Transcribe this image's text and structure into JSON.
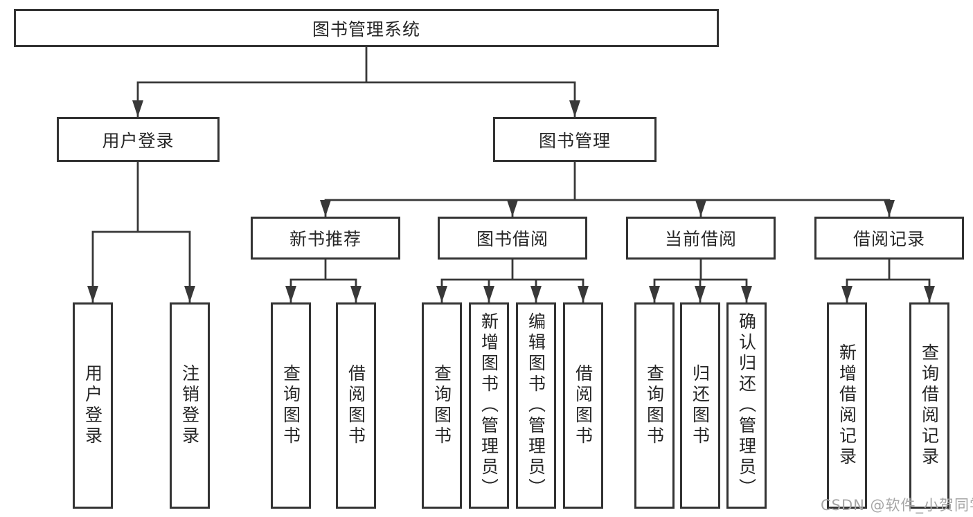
{
  "diagram": {
    "root": "图书管理系统",
    "level2": [
      "用户登录",
      "图书管理"
    ],
    "level3": [
      "新书推荐",
      "图书借阅",
      "当前借阅",
      "借阅记录"
    ],
    "leaves": {
      "login": [
        "用户登录",
        "注销登录"
      ],
      "recommend": [
        "查询图书",
        "借阅图书"
      ],
      "borrowing": [
        "查询图书",
        "新增图书（管理员）",
        "编辑图书（管理员）",
        "借阅图书"
      ],
      "current": [
        "查询图书",
        "归还图书",
        "确认归还（管理员）"
      ],
      "records": [
        "新增借阅记录",
        "查询借阅记录"
      ]
    }
  },
  "watermark": "CSDN @软件_小贺同学",
  "colors": {
    "line": "#383838",
    "box_border": "#333333",
    "text": "#262626",
    "background": "#ffffff",
    "watermark": "#a6a6a6"
  }
}
